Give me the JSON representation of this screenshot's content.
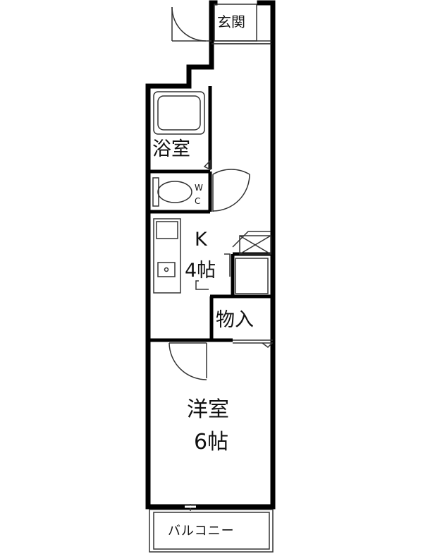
{
  "rooms": {
    "entrance": "玄関",
    "bath": "浴室",
    "toilet_w": "W",
    "toilet_c": "C",
    "kitchen_name": "K",
    "kitchen_size": "4帖",
    "storage": "物入",
    "western_name": "洋室",
    "western_size": "6帖",
    "balcony": "バルコニー"
  },
  "colors": {
    "wall": "#000000",
    "line": "#333333",
    "background": "#ffffff"
  }
}
